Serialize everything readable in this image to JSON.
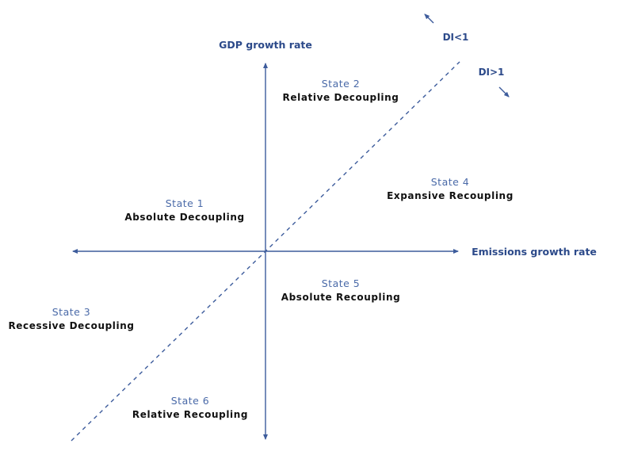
{
  "axes": {
    "y_label": "GDP growth rate",
    "x_label": "Emissions growth rate"
  },
  "indicators": {
    "di_less": "DI<1",
    "di_greater": "DI>1"
  },
  "states": [
    {
      "label": "State 1",
      "name": "Absolute Decoupling"
    },
    {
      "label": "State 2",
      "name": "Relative Decoupling"
    },
    {
      "label": "State 3",
      "name": "Recessive Decoupling"
    },
    {
      "label": "State 4",
      "name": "Expansive Recoupling"
    },
    {
      "label": "State 5",
      "name": "Absolute Recoupling"
    },
    {
      "label": "State 6",
      "name": "Relative Recoupling"
    }
  ],
  "colors": {
    "axis": "#3d5c9c",
    "state_label": "#4a6aa8",
    "axis_label": "#2c4a8a",
    "name": "#111111"
  }
}
